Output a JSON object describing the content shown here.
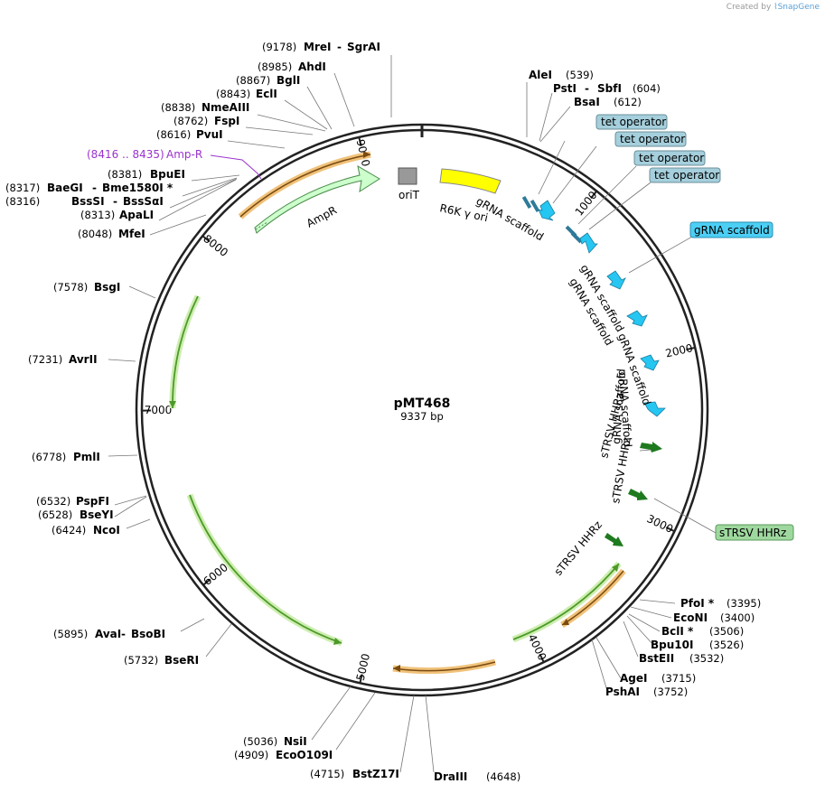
{
  "watermark": {
    "prefix": "Created by",
    "brand": "SnapGene"
  },
  "plasmid": {
    "name": "pMT468",
    "length_label": "9337 bp"
  },
  "ticks": [
    "1000",
    "2000",
    "3000",
    "4000",
    "5000",
    "6000",
    "7000",
    "8000",
    "9000"
  ],
  "enzymes_left": [
    {
      "pos": "(9178)",
      "name": "MreI",
      "name2": "SgrAI"
    },
    {
      "pos": "(8985)",
      "name": "AhdI",
      "name2": ""
    },
    {
      "pos": "(8867)",
      "name": "BglI",
      "name2": ""
    },
    {
      "pos": "(8843)",
      "name": "EclI",
      "name2": ""
    },
    {
      "pos": "(8838)",
      "name": "NmeAIII",
      "name2": ""
    },
    {
      "pos": "(8762)",
      "name": "FspI",
      "name2": ""
    },
    {
      "pos": "(8616)",
      "name": "PvuI",
      "name2": ""
    },
    {
      "pos": "(8381)",
      "name": "BpuEI",
      "name2": ""
    },
    {
      "pos": "(8317)",
      "name": "BaeGI",
      "name2": "Bme1580I *"
    },
    {
      "pos": "(8316)",
      "name": "BssSI",
      "name2": "BssSαI"
    },
    {
      "pos": "(8313)",
      "name": "ApaLI",
      "name2": ""
    },
    {
      "pos": "(8048)",
      "name": "MfeI",
      "name2": ""
    },
    {
      "pos": "(7578)",
      "name": "BsgI",
      "name2": ""
    },
    {
      "pos": "(7231)",
      "name": "AvrII",
      "name2": ""
    },
    {
      "pos": "(6778)",
      "name": "PmlI",
      "name2": ""
    },
    {
      "pos": "(6532)",
      "name": "PspFI",
      "name2": ""
    },
    {
      "pos": "(6528)",
      "name": "BseYI",
      "name2": ""
    },
    {
      "pos": "(6424)",
      "name": "NcoI",
      "name2": ""
    },
    {
      "pos": "(5895)",
      "name": "AvaI",
      "name2": "BsoBI"
    },
    {
      "pos": "(5732)",
      "name": "BseRI",
      "name2": ""
    },
    {
      "pos": "(5036)",
      "name": "NsiI",
      "name2": ""
    },
    {
      "pos": "(4909)",
      "name": "EcoO109I",
      "name2": ""
    },
    {
      "pos": "(4715)",
      "name": "BstZ17I",
      "name2": ""
    }
  ],
  "enzymes_right": [
    {
      "name": "AleI",
      "name2": "",
      "pos": "(539)"
    },
    {
      "name": "PstI",
      "name2": "SbfI",
      "pos": "(604)"
    },
    {
      "name": "BsaI",
      "name2": "",
      "pos": "(612)"
    },
    {
      "name": "PfoI *",
      "name2": "",
      "pos": "(3395)"
    },
    {
      "name": "EcoNI",
      "name2": "",
      "pos": "(3400)"
    },
    {
      "name": "BclI *",
      "name2": "",
      "pos": "(3506)"
    },
    {
      "name": "Bpu10I",
      "name2": "",
      "pos": "(3526)"
    },
    {
      "name": "BstEII",
      "name2": "",
      "pos": "(3532)"
    },
    {
      "name": "AgeI",
      "name2": "",
      "pos": "(3715)"
    },
    {
      "name": "PshAI",
      "name2": "",
      "pos": "(3752)"
    },
    {
      "name": "DraIII",
      "name2": "",
      "pos": "(4648)"
    }
  ],
  "primer": {
    "range": "(8416 .. 8435)",
    "name": "Amp-R"
  },
  "features": {
    "orit": "oriT",
    "r6k": "R6K γ ori",
    "ampr": "AmpR",
    "grna": [
      "gRNA scaffold",
      "gRNA scaffold",
      "gRNA scaffold",
      "gRNA scaffold",
      "gRNA scaffold",
      "gRNA scaffold"
    ],
    "strsv": [
      "sTRSV HHRz",
      "sTRSV HHRz",
      "sTRSV HHRz"
    ]
  },
  "callouts": {
    "tet": [
      "tet operator",
      "tet operator",
      "tet operator",
      "tet operator"
    ],
    "grna": "gRNA scaffold",
    "strsv": "sTRSV HHRz"
  },
  "colors": {
    "backbone": "#222222",
    "orf": "#6fbf3f",
    "orf_glow": "#cdeeb0",
    "primer": "#f0c27a",
    "ampr": "#ccffcc",
    "ampr_stroke": "#4a8a4a",
    "r6k": "#ffff00",
    "orit": "#999999",
    "grna": "#26c6f2",
    "strsv": "#1e7a1e",
    "tet": "#2f7a99",
    "tet_box": "#a5cfdc",
    "grna_box": "#4ccff5",
    "strsv_box": "#9fd89f",
    "amp_primer_text": "#9933cc"
  }
}
